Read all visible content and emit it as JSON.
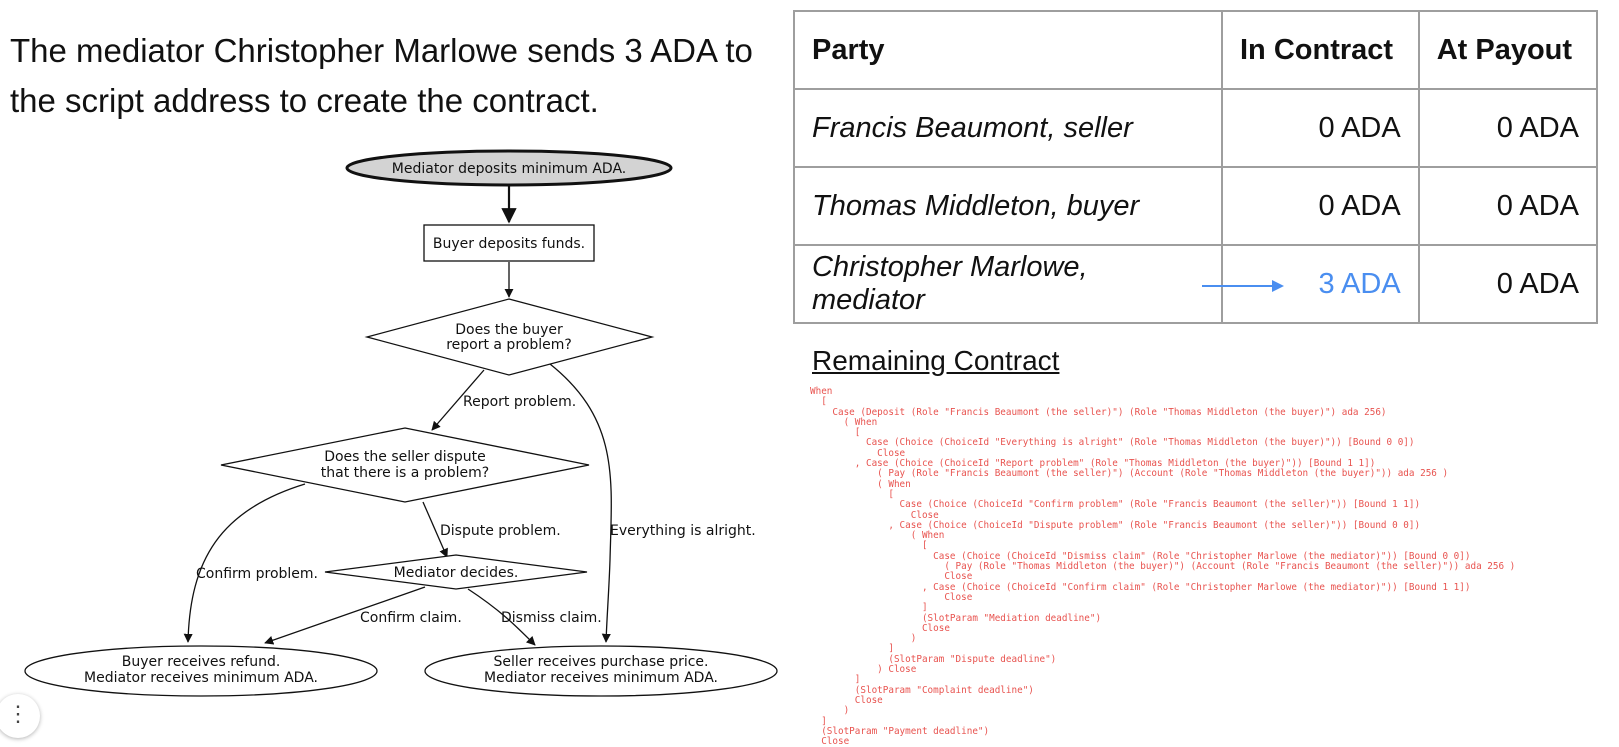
{
  "headline": "The mediator Christopher Marlowe sends 3 ADA to the script address to create the contract.",
  "flowchart": {
    "nodes": {
      "start": "Mediator deposits minimum ADA.",
      "buyer_deposits": "Buyer deposits funds.",
      "buyer_problem_1": "Does the buyer",
      "buyer_problem_2": "report a problem?",
      "seller_dispute_1": "Does the seller dispute",
      "seller_dispute_2": "that there is a problem?",
      "mediator_decides": "Mediator decides.",
      "refund_1": "Buyer receives refund.",
      "refund_2": "Mediator receives minimum ADA.",
      "price_1": "Seller receives purchase price.",
      "price_2": "Mediator receives minimum ADA."
    },
    "edges": {
      "report_problem": "Report problem.",
      "everything_alright": "Everything is alright.",
      "dispute_problem": "Dispute problem.",
      "confirm_problem": "Confirm problem.",
      "confirm_claim": "Confirm claim.",
      "dismiss_claim": "Dismiss claim."
    }
  },
  "table": {
    "headers": [
      "Party",
      "In Contract",
      "At Payout"
    ],
    "rows": [
      {
        "party": "Francis Beaumont, seller",
        "in_contract": "0 ADA",
        "at_payout": "0 ADA"
      },
      {
        "party": "Thomas Middleton, buyer",
        "in_contract": "0 ADA",
        "at_payout": "0 ADA"
      },
      {
        "party": "Christopher Marlowe, mediator",
        "in_contract": "3 ADA",
        "at_payout": "0 ADA"
      }
    ]
  },
  "remaining_contract": {
    "title": "Remaining Contract",
    "code": "When\n  [\n    Case (Deposit (Role \"Francis Beaumont (the seller)\") (Role \"Thomas Middleton (the buyer)\") ada 256)\n      ( When\n        [\n          Case (Choice (ChoiceId \"Everything is alright\" (Role \"Thomas Middleton (the buyer)\")) [Bound 0 0])\n            Close\n        , Case (Choice (ChoiceId \"Report problem\" (Role \"Thomas Middleton (the buyer)\")) [Bound 1 1])\n            ( Pay (Role \"Francis Beaumont (the seller)\") (Account (Role \"Thomas Middleton (the buyer)\")) ada 256 )\n            ( When\n              [\n                Case (Choice (ChoiceId \"Confirm problem\" (Role \"Francis Beaumont (the seller)\")) [Bound 1 1])\n                  Close\n              , Case (Choice (ChoiceId \"Dispute problem\" (Role \"Francis Beaumont (the seller)\")) [Bound 0 0])\n                  ( When\n                    [\n                      Case (Choice (ChoiceId \"Dismiss claim\" (Role \"Christopher Marlowe (the mediator)\")) [Bound 0 0])\n                        ( Pay (Role \"Thomas Middleton (the buyer)\") (Account (Role \"Francis Beaumont (the seller)\")) ada 256 )\n                        Close\n                    , Case (Choice (ChoiceId \"Confirm claim\" (Role \"Christopher Marlowe (the mediator)\")) [Bound 1 1])\n                        Close\n                    ]\n                    (SlotParam \"Mediation deadline\")\n                    Close\n                  )\n              ]\n              (SlotParam \"Dispute deadline\")\n            ) Close\n        ]\n        (SlotParam \"Complaint deadline\")\n        Close\n      )\n  ]\n  (SlotParam \"Payment deadline\")\n  Close"
  },
  "colors": {
    "highlight": "#4a8ef0",
    "code": "#e8534f"
  },
  "menu_icon": "vertical-dots-icon"
}
